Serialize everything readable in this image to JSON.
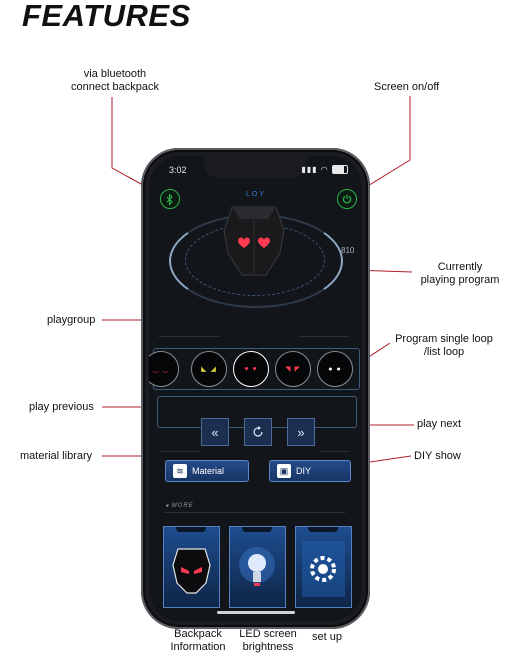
{
  "heading": "FEATURES",
  "callouts": {
    "bluetooth": [
      "via bluetooth",
      "connect backpack"
    ],
    "screen_onoff": "Screen on/off",
    "currently_playing": [
      "Currently",
      "playing program"
    ],
    "playgroup": "playgroup",
    "loop": [
      "Program single loop",
      "/list loop"
    ],
    "play_previous": "play previous",
    "play_next": "play next",
    "material_library": "material library",
    "diy_show": "DIY show",
    "backpack_info": [
      "Backpack",
      "Information"
    ],
    "led_brightness": [
      "LED screen",
      "brightness"
    ],
    "set_up": "set up"
  },
  "app": {
    "time": "3:02",
    "logo": "LOY",
    "hud_number": "810",
    "material_label": "Material",
    "diy_label": "DIY",
    "more_label": "MORE"
  },
  "icons": {
    "bluetooth": "bluetooth-icon",
    "power": "power-icon",
    "prev": "double-chevron-left-icon",
    "loop": "loop-icon",
    "next": "double-chevron-right-icon",
    "material": "layers-icon",
    "diy": "diy-icon"
  },
  "colors": {
    "accent_green": "#2bb34a",
    "accent_blue": "#3b7fd8",
    "callout_red": "#b01e2c",
    "eye_red": "#ff3b52"
  }
}
